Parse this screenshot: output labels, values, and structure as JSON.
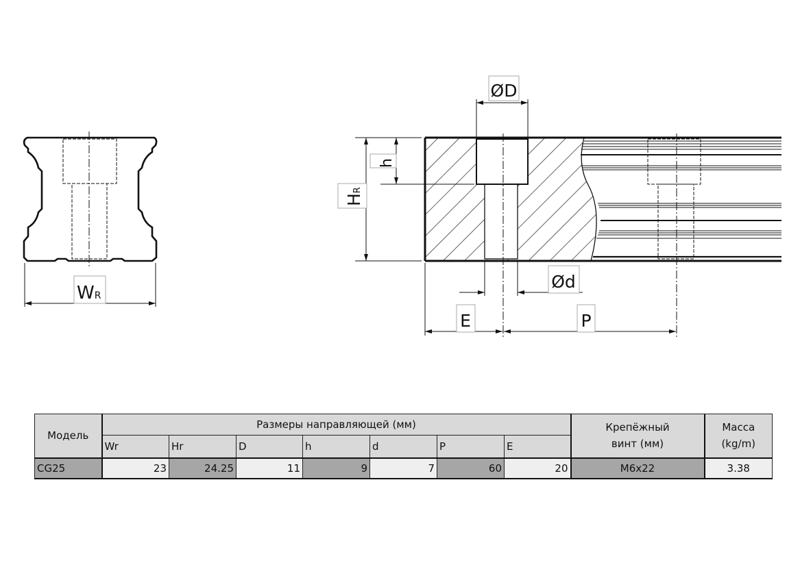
{
  "drawing": {
    "labels": {
      "wr_main": "W",
      "wr_sub": "R",
      "hr_main": "H",
      "hr_sub": "R",
      "h": "h",
      "D": "ØD",
      "d": "Ød",
      "E": "E",
      "P": "P"
    }
  },
  "table": {
    "model_header": "Модель",
    "dims_header": "Размеры направляющей (мм)",
    "screw_header_1": "Крепёжный",
    "screw_header_2": "винт (мм)",
    "mass_header_1": "Масса",
    "mass_header_2": "(kg/m)",
    "columns": [
      "Wr",
      "Hr",
      "D",
      "h",
      "d",
      "P",
      "E"
    ],
    "row": {
      "model": "CG25",
      "values": [
        "23",
        "24.25",
        "11",
        "9",
        "7",
        "60",
        "20"
      ],
      "screw": "M6x22",
      "mass": "3.38"
    }
  }
}
